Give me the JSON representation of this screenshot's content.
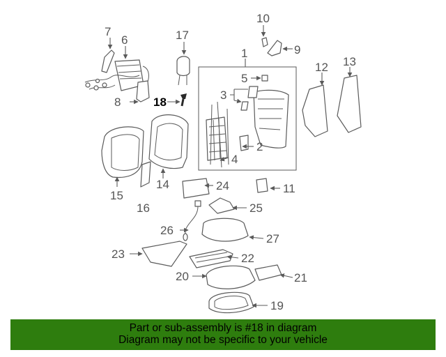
{
  "diagram": {
    "highlighted_part": "18",
    "callouts": [
      "1",
      "2",
      "3",
      "4",
      "5",
      "6",
      "7",
      "8",
      "9",
      "10",
      "11",
      "12",
      "13",
      "14",
      "15",
      "16",
      "17",
      "18",
      "19",
      "20",
      "21",
      "22",
      "23",
      "24",
      "25",
      "26",
      "27"
    ]
  },
  "banner": {
    "line1": "Part or sub-assembly is #18 in diagram",
    "line2": "Diagram may not be specific to your vehicle",
    "color": "#2e7d0e"
  }
}
